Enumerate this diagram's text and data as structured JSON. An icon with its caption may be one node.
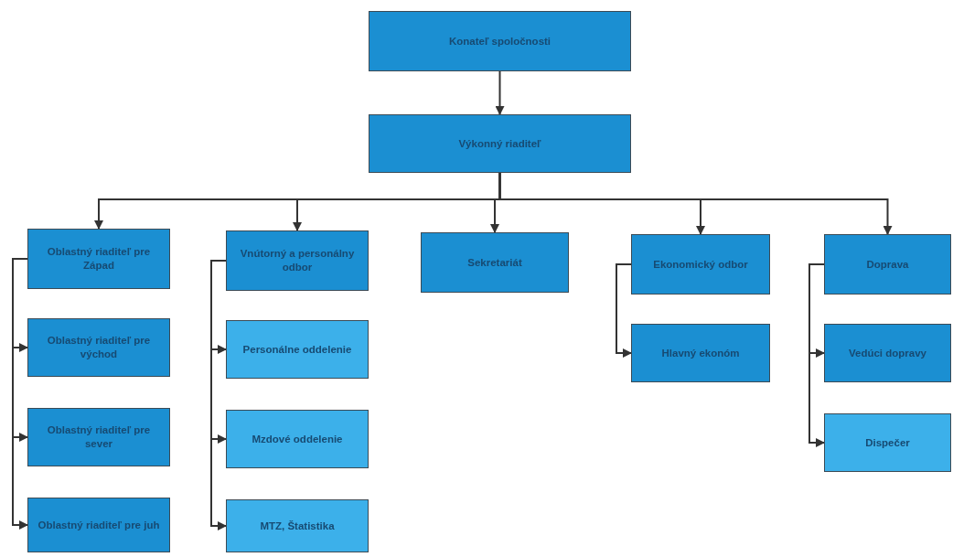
{
  "diagram": {
    "nodes": [
      {
        "text": [
          "Konateľ spoločnosti"
        ]
      },
      {
        "text": [
          "Výkonný riaditeľ"
        ]
      },
      {
        "text": [
          "Oblastný riaditeľ pre Západ"
        ]
      },
      {
        "text": [
          "Oblastný riaditeľ pre východ"
        ]
      },
      {
        "text": [
          "Oblastný riaditeľ pre sever"
        ]
      },
      {
        "text": [
          "Oblastný riaditeľ pre juh"
        ]
      },
      {
        "text": [
          "Vnútorný a personálny odbor"
        ]
      },
      {
        "text": [
          "Personálne oddelenie"
        ]
      },
      {
        "text": [
          "Mzdové oddelenie"
        ]
      },
      {
        "text": [
          "MTZ, Štatistika"
        ]
      },
      {
        "text": [
          "Sekretariát"
        ]
      },
      {
        "text": [
          "Ekonomický odbor"
        ]
      },
      {
        "text": [
          "Hlavný ekonóm"
        ]
      },
      {
        "text": [
          "Doprava"
        ]
      },
      {
        "text": [
          "Vedúci dopravy"
        ]
      },
      {
        "text": [
          "Dispečer"
        ]
      }
    ],
    "edges": [
      {
        "from": 0,
        "to": 1,
        "arrow": "to"
      },
      {
        "from": 1,
        "to": 2,
        "arrow": "to"
      },
      {
        "from": 1,
        "to": 6,
        "arrow": "to"
      },
      {
        "from": 1,
        "to": 10,
        "arrow": "to"
      },
      {
        "from": 1,
        "to": 11,
        "arrow": "to"
      },
      {
        "from": 1,
        "to": 13,
        "arrow": "to"
      },
      {
        "from": 2,
        "to": 3,
        "arrow": "to"
      },
      {
        "from": 2,
        "to": 4,
        "arrow": "to"
      },
      {
        "from": 2,
        "to": 5,
        "arrow": "to"
      },
      {
        "from": 6,
        "to": 7,
        "arrow": "to"
      },
      {
        "from": 6,
        "to": 8,
        "arrow": "to"
      },
      {
        "from": 6,
        "to": 9,
        "arrow": "to"
      },
      {
        "from": 11,
        "to": 12,
        "arrow": "to"
      },
      {
        "from": 13,
        "to": 14,
        "arrow": "to"
      },
      {
        "from": 13,
        "to": 15,
        "arrow": "to"
      }
    ]
  }
}
